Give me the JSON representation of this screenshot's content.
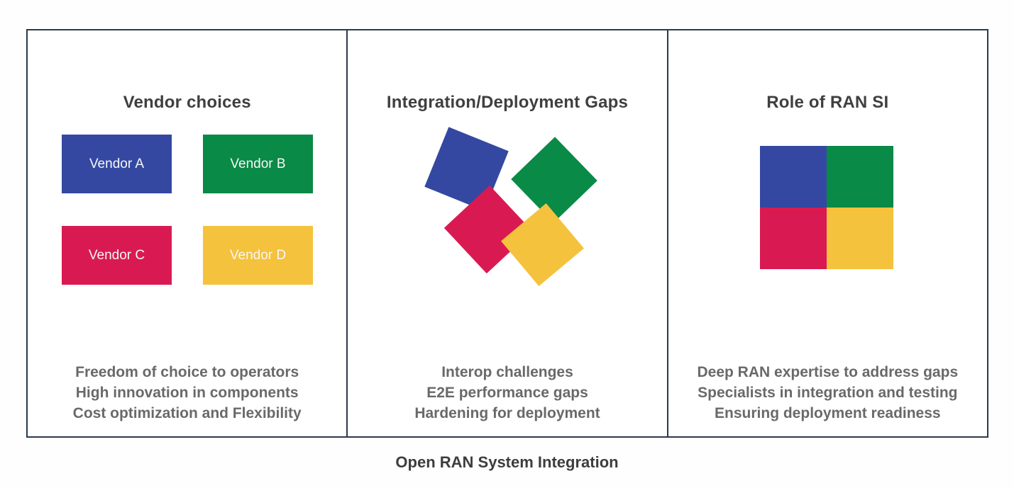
{
  "palette": {
    "border": "#2c3a4a",
    "blue": "#3448a2",
    "green": "#098a46",
    "red": "#d91a52",
    "yellow": "#f4c23d",
    "title_text": "#3f3f3f",
    "body_text": "#696969",
    "vendor_label_text": "#f7f7f7"
  },
  "panels": [
    {
      "title": "Vendor choices",
      "vendors": [
        {
          "label": "Vendor A",
          "color": "blue"
        },
        {
          "label": "Vendor B",
          "color": "green"
        },
        {
          "label": "Vendor C",
          "color": "red"
        },
        {
          "label": "Vendor D",
          "color": "yellow"
        }
      ],
      "bullets": [
        "Freedom of choice to operators",
        "High innovation in components",
        "Cost optimization and Flexibility"
      ]
    },
    {
      "title": "Integration/Deployment Gaps",
      "scattered_squares": [
        {
          "color": "blue",
          "rotation_deg": 22
        },
        {
          "color": "green",
          "rotation_deg": 46
        },
        {
          "color": "red",
          "rotation_deg": 47
        },
        {
          "color": "yellow",
          "rotation_deg": 50
        }
      ],
      "bullets": [
        "Interop challenges",
        "E2E performance gaps",
        "Hardening for deployment"
      ]
    },
    {
      "title": "Role of RAN SI",
      "grid_squares": [
        {
          "position": "top-left",
          "color": "blue"
        },
        {
          "position": "top-right",
          "color": "green"
        },
        {
          "position": "bottom-left",
          "color": "red"
        },
        {
          "position": "bottom-right",
          "color": "yellow"
        }
      ],
      "bullets": [
        "Deep RAN expertise to address gaps",
        "Specialists in integration and testing",
        "Ensuring deployment readiness"
      ]
    }
  ],
  "caption": "Open RAN System Integration"
}
